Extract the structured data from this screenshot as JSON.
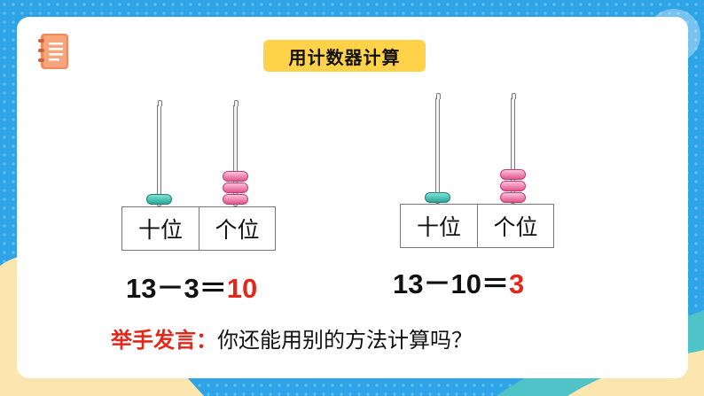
{
  "title": "用计数器计算",
  "counters": [
    {
      "tens_label": "十位",
      "ones_label": "个位",
      "tens_beads": 1,
      "ones_beads": 3,
      "equation": {
        "expression": "13－3＝",
        "result": "10"
      }
    },
    {
      "tens_label": "十位",
      "ones_label": "个位",
      "tens_beads": 1,
      "ones_beads": 3,
      "equation": {
        "expression": "13－10＝",
        "result": "3"
      }
    }
  ],
  "question": {
    "label": "举手发言：",
    "text": "你还能用别的方法计算吗？"
  },
  "colors": {
    "title_bg": "#ffd24a",
    "answer_red": "#e3271b",
    "bead_teal": "#2aa699",
    "bead_pink": "#e0558d",
    "frame_blue": "#2ea3e6"
  },
  "icons": [
    "notebook-icon"
  ]
}
